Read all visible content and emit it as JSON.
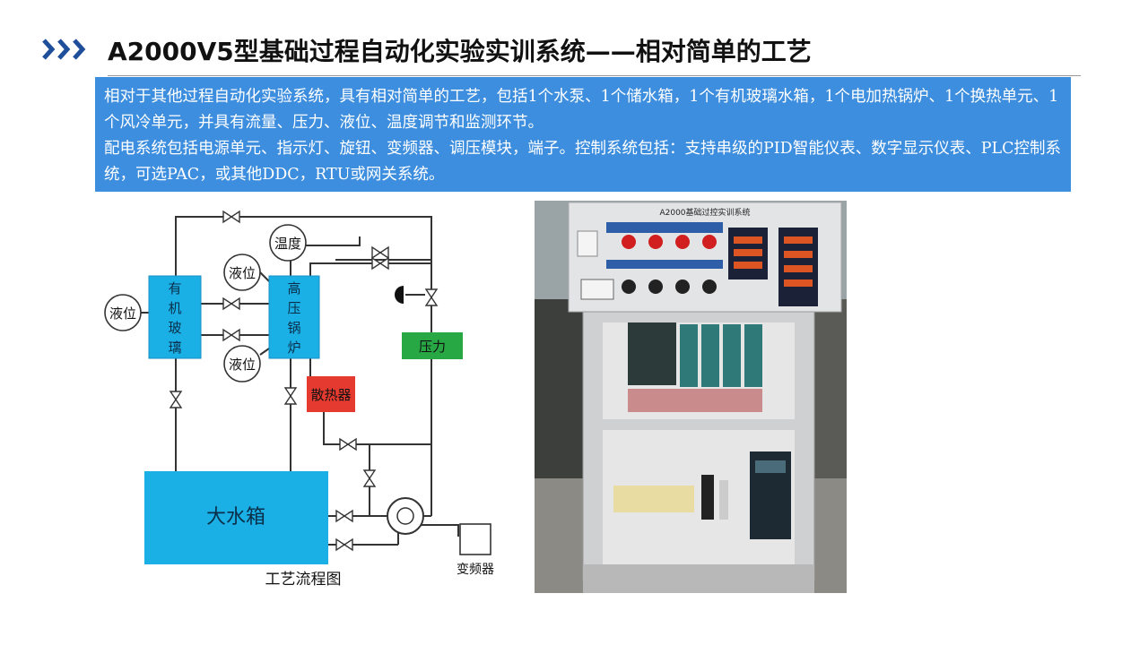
{
  "header": {
    "title": "A2000V5型基础过程自动化实验实训系统——相对简单的工艺"
  },
  "description": {
    "para1": "相对于其他过程自动化实验系统，具有相对简单的工艺，包括1个水泵、1个储水箱，1个有机玻璃水箱，1个电加热锅炉、1个换热单元、1个风冷单元，并具有流量、压力、液位、温度调节和监测环节。",
    "para2": "配电系统包括电源单元、指示灯、旋钮、变频器、调压模块，端子。控制系统包括：支持串级的PID智能仪表、数字显示仪表、PLC控制系统，可选PAC，或其他DDC，RTU或网关系统。"
  },
  "diagram": {
    "glass_tank": "有机玻璃",
    "boiler": "高压锅炉",
    "heat_sink": "散热器",
    "pressure": "压力",
    "big_tank": "大水箱",
    "temperature": "温度",
    "level_1": "液位",
    "level_2": "液位",
    "level_3": "液位",
    "vfd": "变频器",
    "caption": "工艺流程图"
  },
  "photo": {
    "panel_title": "A2000基础过控实训系统"
  },
  "colors": {
    "accent": "#1f4e9a",
    "banner": "#3d8ede",
    "tank": "#1ab0e6",
    "heater": "#e53a2f",
    "gauge": "#27a845"
  }
}
